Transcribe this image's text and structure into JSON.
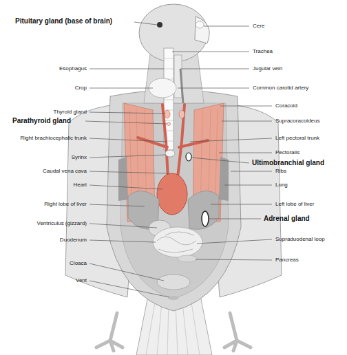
{
  "diagram": {
    "labels": [
      "Pituitary gland (base of brain)",
      "Cere",
      "Trachea",
      "Esophagus",
      "Jugular vein",
      "Crop",
      "Common carotid artery",
      "Coracoid",
      "Thyroid gland",
      "Parathyroid gland",
      "Supracoracoideus",
      "Right brachiocephalic trunk",
      "Left pectoral trunk",
      "Pectoralis",
      "Syrinx",
      "Ultimobranchial gland",
      "Caudal vena cava",
      "Ribs",
      "Heart",
      "Lung",
      "Right lobe of liver",
      "Left lobe of liver",
      "Adrenal gland",
      "Ventriculus (gizzard)",
      "Supraduodenal loop",
      "Duodenum",
      "Pancreas",
      "Cloaca",
      "Vent"
    ]
  }
}
